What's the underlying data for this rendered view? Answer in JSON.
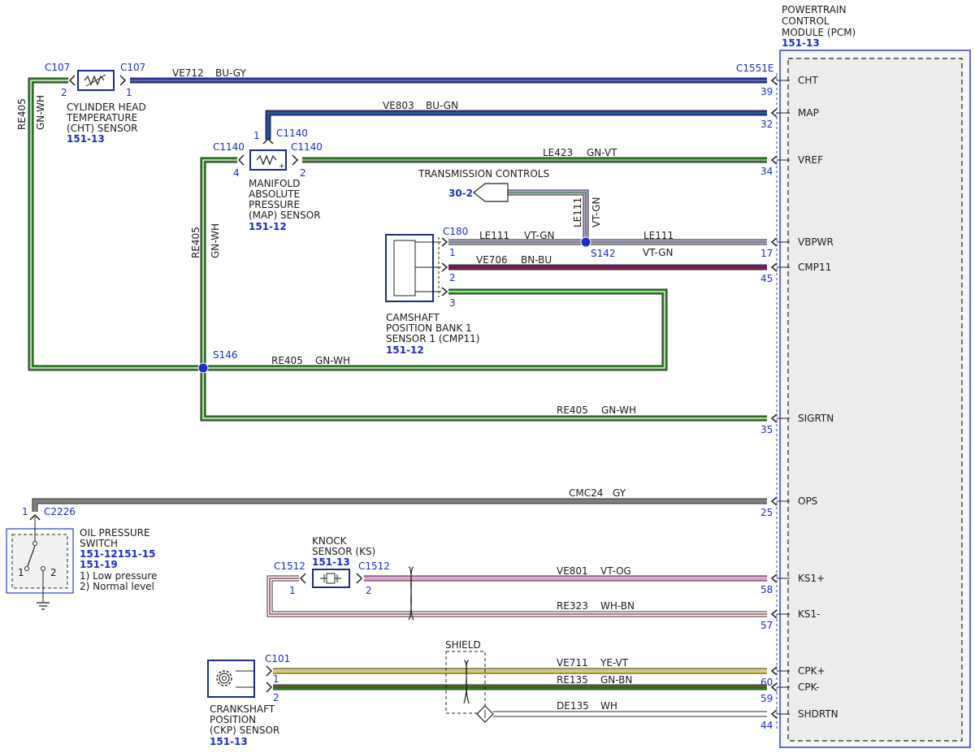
{
  "colors": {
    "bu": "#1c2fd0",
    "gn": "#2a8a1c",
    "vt": "#c9a6e6",
    "bn": "#8b1f2f",
    "gy": "#808080",
    "og": "#f2a0c8",
    "wh": "#ffffff",
    "ye": "#e8dc4a",
    "pcm_fill": "#eeeeee",
    "splice": "#1a2ec8"
  },
  "pcm": {
    "title_line1": "POWERTRAIN",
    "title_line2": "CONTROL",
    "title_line3": "MODULE (PCM)",
    "ref": "151-13",
    "connector": "C1551E",
    "pins": [
      {
        "signal": "CHT",
        "pin": "39"
      },
      {
        "signal": "MAP",
        "pin": "32"
      },
      {
        "signal": "VREF",
        "pin": "34"
      },
      {
        "signal": "VBPWR",
        "pin": "17"
      },
      {
        "signal": "CMP11",
        "pin": "45"
      },
      {
        "signal": "SIGRTN",
        "pin": "35"
      },
      {
        "signal": "OPS",
        "pin": "25"
      },
      {
        "signal": "KS1+",
        "pin": "58"
      },
      {
        "signal": "KS1-",
        "pin": "57"
      },
      {
        "signal": "CPK+",
        "pin": "60"
      },
      {
        "signal": "CPK-",
        "pin": "59"
      },
      {
        "signal": "SHDRTN",
        "pin": "44"
      }
    ]
  },
  "wires": {
    "cht": {
      "circuit": "VE712",
      "color": "BU-GY"
    },
    "map": {
      "circuit": "VE803",
      "color": "BU-GN"
    },
    "vref": {
      "circuit": "LE423",
      "color": "GN-VT"
    },
    "vbpwr_a": {
      "circuit": "LE111",
      "color": "VT-GN"
    },
    "vbpwr_b": {
      "circuit": "LE111",
      "color": "VT-GN"
    },
    "vbpwr_vert": {
      "circuit": "LE111",
      "color": "VT-GN"
    },
    "cmp11": {
      "circuit": "VE706",
      "color": "BN-BU"
    },
    "re405_left": {
      "circuit": "RE405",
      "color": "GN-WH"
    },
    "re405_mid": {
      "circuit": "RE405",
      "color": "GN-WH"
    },
    "re405_h": {
      "circuit": "RE405",
      "color": "GN-WH"
    },
    "sigrtn": {
      "circuit": "RE405",
      "color": "GN-WH"
    },
    "ops": {
      "circuit": "CMC24",
      "color": "GY"
    },
    "ks_pos": {
      "circuit": "VE801",
      "color": "VT-OG"
    },
    "ks_neg": {
      "circuit": "RE323",
      "color": "WH-BN"
    },
    "ckp_pos": {
      "circuit": "VE711",
      "color": "YE-VT"
    },
    "ckp_neg": {
      "circuit": "RE135",
      "color": "GN-BN"
    },
    "shdrtn": {
      "circuit": "DE135",
      "color": "WH"
    }
  },
  "components": {
    "cht": {
      "line1": "CYLINDER HEAD",
      "line2": "TEMPERATURE",
      "line3": "(CHT) SENSOR",
      "ref": "151-13",
      "conn_left": "C107",
      "conn_right": "C107",
      "pin_left": "2",
      "pin_right": "1"
    },
    "map": {
      "line1": "MANIFOLD",
      "line2": "ABSOLUTE",
      "line3": "PRESSURE",
      "line4": "(MAP) SENSOR",
      "ref": "151-12",
      "conn_top": "C1140",
      "conn_left": "C1140",
      "conn_right": "C1140",
      "pin_top": "1",
      "pin_left": "4",
      "pin_right": "2"
    },
    "cmp": {
      "line1": "CAMSHAFT",
      "line2": "POSITION BANK 1",
      "line3": "SENSOR 1 (CMP11)",
      "ref": "151-12",
      "conn": "C180",
      "pin1": "1",
      "pin2": "2",
      "pin3": "3"
    },
    "trans": {
      "label": "TRANSMISSION CONTROLS",
      "ref": "30-2"
    },
    "splices": {
      "s142": "S142",
      "s146": "S146"
    },
    "ops": {
      "line1": "OIL PRESSURE",
      "line2": "SWITCH",
      "ref1": "151-12151-15",
      "ref2": "151-19",
      "note1": "1) Low pressure",
      "note2": "2) Normal level",
      "conn": "C2226",
      "pin": "1",
      "sw1": "1",
      "sw2": "2"
    },
    "ks": {
      "line1": "KNOCK",
      "line2": "SENSOR (KS)",
      "ref": "151-13",
      "conn_left": "C1512",
      "conn_right": "C1512",
      "pin_left": "1",
      "pin_right": "2"
    },
    "ckp": {
      "line1": "CRANKSHAFT",
      "line2": "POSITION",
      "line3": "(CKP) SENSOR",
      "ref": "151-13",
      "conn": "C101",
      "pin1": "1",
      "pin2": "2"
    },
    "shield": {
      "label": "SHIELD"
    }
  }
}
